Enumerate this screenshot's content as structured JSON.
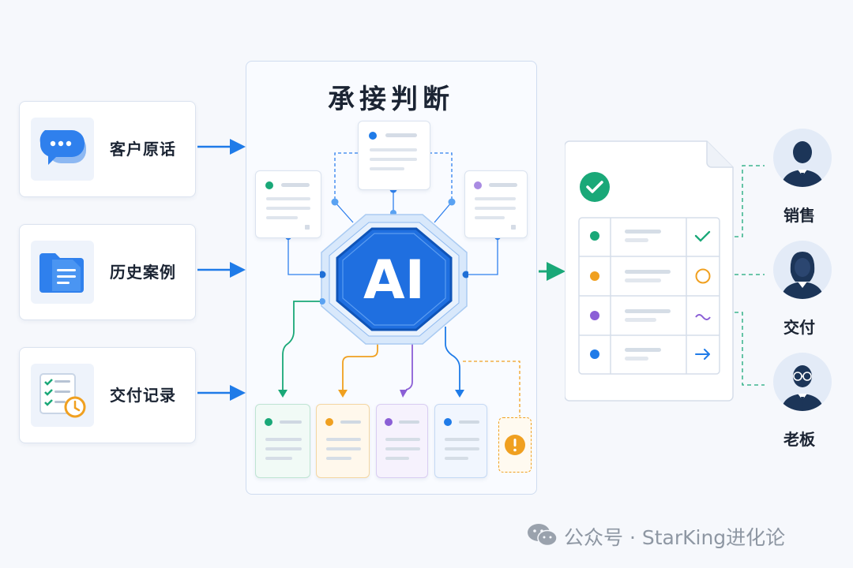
{
  "inputs": [
    {
      "label": "客户原话",
      "icon": "chat-bubble-icon"
    },
    {
      "label": "历史案例",
      "icon": "folder-document-icon"
    },
    {
      "label": "交付记录",
      "icon": "checklist-clock-icon"
    }
  ],
  "panel": {
    "title": "承接判断",
    "core_label": "AI"
  },
  "roles": [
    {
      "label": "销售",
      "icon": "male-person-icon"
    },
    {
      "label": "交付",
      "icon": "female-person-icon"
    },
    {
      "label": "老板",
      "icon": "glasses-person-icon"
    }
  ],
  "watermark": {
    "text": "公众号 · StarKing进化论",
    "icon": "wechat-icon"
  },
  "colors": {
    "blue": "#1f7be8",
    "green": "#1aa878",
    "orange": "#f0a020",
    "purple": "#8b5fd6",
    "navy": "#1c3558"
  }
}
